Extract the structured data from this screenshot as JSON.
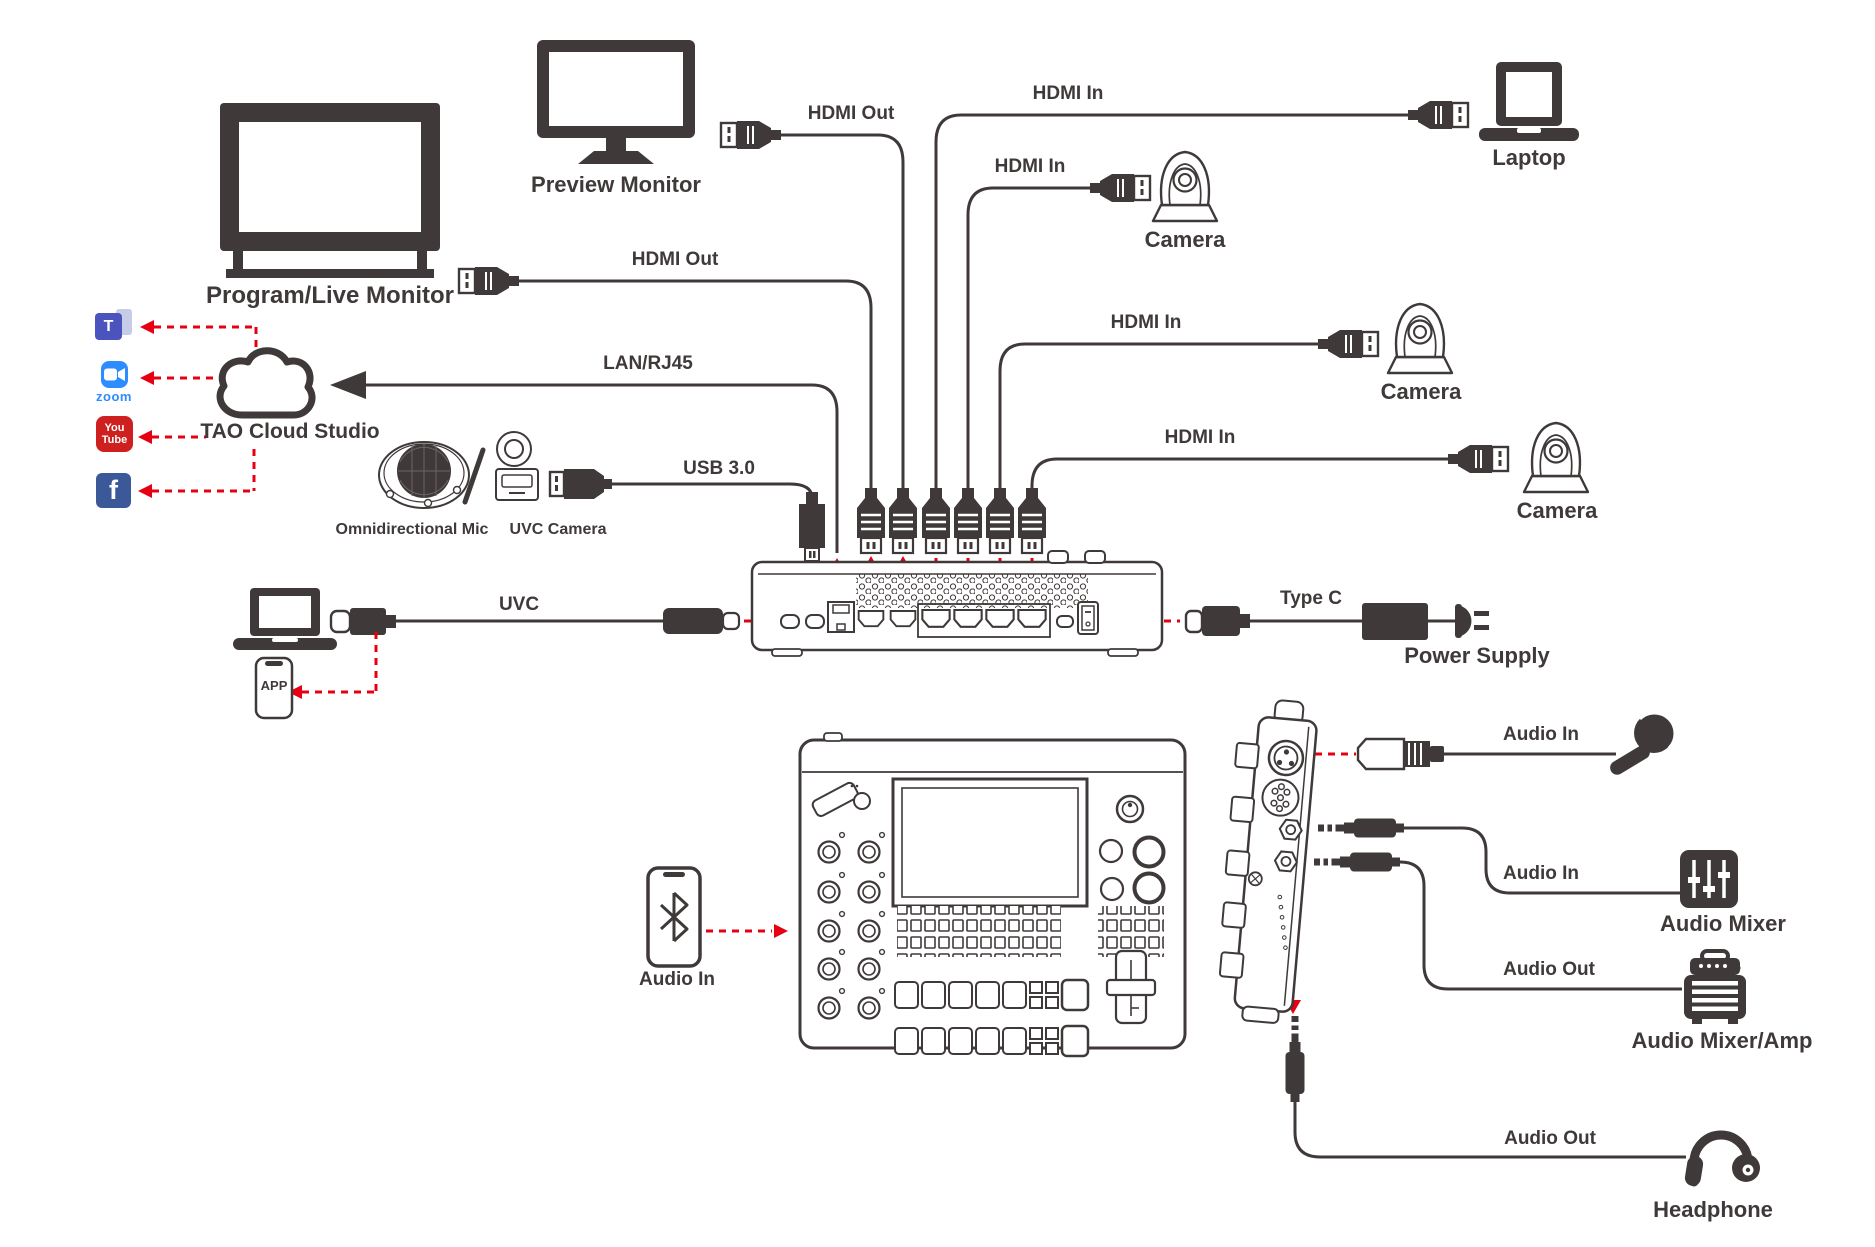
{
  "labels": {
    "preview_monitor": "Preview Monitor",
    "program_monitor": "Program/Live Monitor",
    "laptop": "Laptop",
    "camera": "Camera",
    "hdmi_out": "HDMI Out",
    "hdmi_in": "HDMI In",
    "lan": "LAN/RJ45",
    "cloud": "TAO Cloud Studio",
    "usb3": "USB 3.0",
    "omni_mic": "Omnidirectional Mic",
    "uvc_camera": "UVC Camera",
    "uvc": "UVC",
    "app": "APP",
    "type_c": "Type C",
    "power_supply": "Power Supply",
    "audio_in": "Audio In",
    "audio_out": "Audio Out",
    "audio_mixer": "Audio Mixer",
    "audio_mixer_amp": "Audio Mixer/Amp",
    "headphone": "Headphone"
  },
  "social": {
    "teams": "T",
    "zoom": "zoom",
    "youtube_1": "You",
    "youtube_2": "Tube",
    "facebook": "f"
  },
  "colors": {
    "ink": "#3F3A39",
    "red": "#E60012",
    "teams": "#4B53BC",
    "zoom": "#2D8CFF",
    "youtube": "#CD201F",
    "facebook": "#3B5998"
  }
}
